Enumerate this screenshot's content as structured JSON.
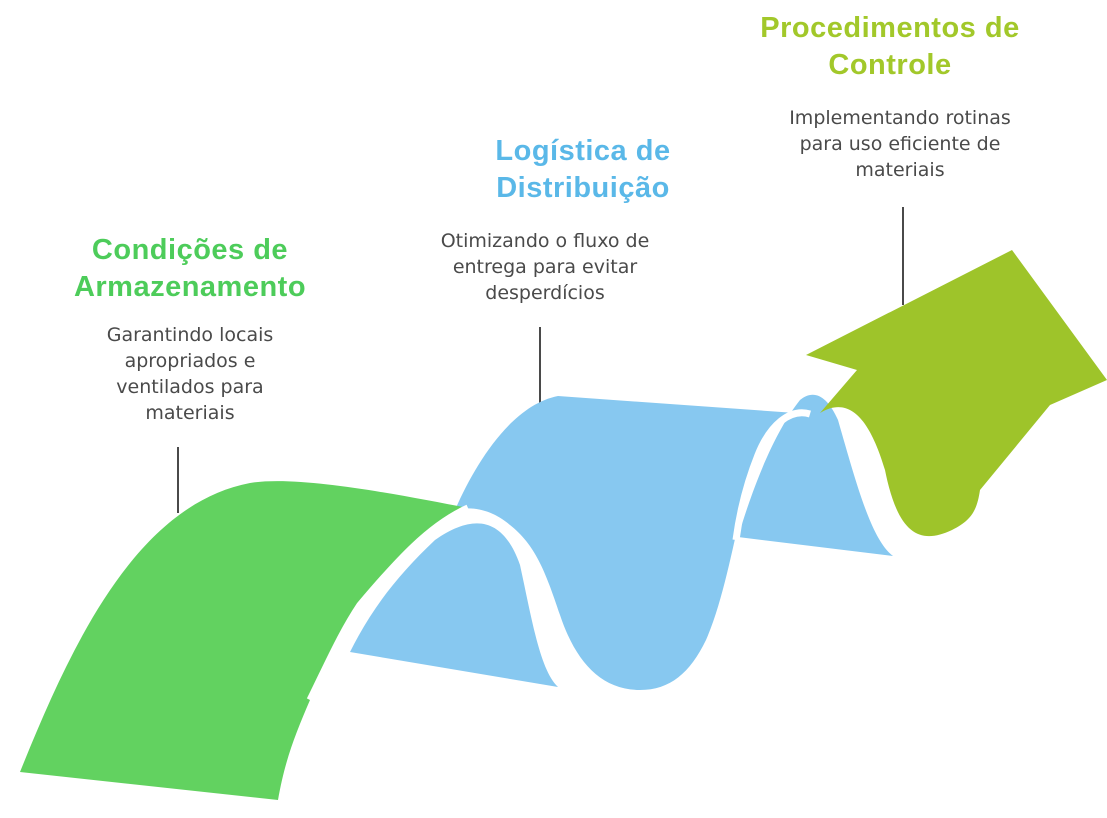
{
  "colors": {
    "green": "#62d260",
    "blue": "#87c8f0",
    "olive": "#9ec42a",
    "title_blue": "#5ab8e8",
    "title_olive": "#a2c82a",
    "title_green": "#4dcc5a",
    "description_text": "#4a4a4a",
    "connector_line": "#4a4a4a"
  },
  "steps": [
    {
      "title_lines": [
        "Condições de",
        "Armazenamento"
      ],
      "description_lines": [
        "Garantindo locais",
        "apropriados e",
        "ventilados para",
        "materiais"
      ],
      "shape": "arch-green"
    },
    {
      "title_lines": [
        "Logística de",
        "Distribuição"
      ],
      "description_lines": [
        "Otimizando o fluxo de",
        "entrega para evitar",
        "desperdícios"
      ],
      "shape": "wave-blue"
    },
    {
      "title_lines": [
        "Procedimentos de",
        "Controle"
      ],
      "description_lines": [
        "Implementando rotinas",
        "para uso eficiente de",
        "materiais"
      ],
      "shape": "arrow-up-olive"
    }
  ]
}
